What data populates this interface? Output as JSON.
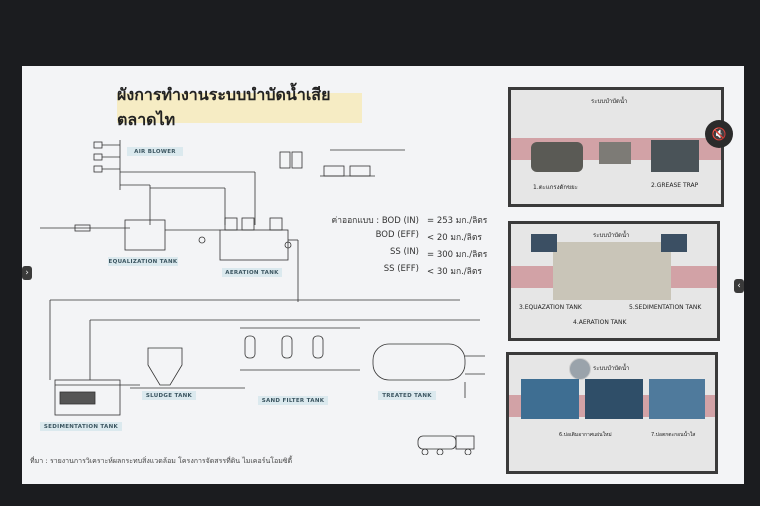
{
  "slide": {
    "title": "ผังการทำงานระบบบำบัดน้ำเสีย ตลาดไท",
    "source": "ที่มา : รายงานการวิเคราะห์ผลกระทบสิ่งแวดล้อม โครงการจัดสรรที่ดิน ไมเคอร์นโอมซิตี้"
  },
  "diagram": {
    "labels": {
      "air_blower": "AIR BLOWER",
      "equalization_tank": "EQUALIZATION TANK",
      "aeration_tank": "AERATION TANK",
      "sedimentation_tank": "SEDIMENTATION TANK",
      "sludge_tank": "SLUDGE TANK",
      "sand_filter_tank": "SAND FILTER TANK",
      "treated_tank": "TREATED TANK"
    }
  },
  "parameters": [
    {
      "label": "ค่าออกแบบ : BOD (IN)",
      "value": "= 253 มก./ลิตร"
    },
    {
      "label": "BOD (EFF)",
      "value": "< 20 มก./ลิตร"
    },
    {
      "label": "SS (IN)",
      "value": "= 300 มก./ลิตร"
    },
    {
      "label": "SS (EFF)",
      "value": "< 30 มก./ลิตร"
    }
  ],
  "panels": [
    {
      "header": "ระบบบำบัดน้ำ",
      "captions": [
        "1.ตะแกรงดักขยะ",
        "2.GREASE TRAP"
      ]
    },
    {
      "header": "ระบบบำบัดน้ำ",
      "captions": [
        "3.EQUAZATION TANK",
        "5.SEDIMENTATION TANK",
        "4.AERATION TANK"
      ]
    },
    {
      "header": "ระบบบำบัดน้ำ",
      "captions": [
        "6.บ่อเติมอากาศแผ่นใหม่",
        "7.บ่อตกตะกอนน้ำใส"
      ]
    }
  ],
  "controls": {
    "mute_glyph": "🔇",
    "prev_glyph": "›",
    "next_glyph": "‹"
  },
  "colors": {
    "panel_band": "#c9848a",
    "label_bg": "#dbe9ee",
    "title_bg": "#f6ecc4"
  }
}
